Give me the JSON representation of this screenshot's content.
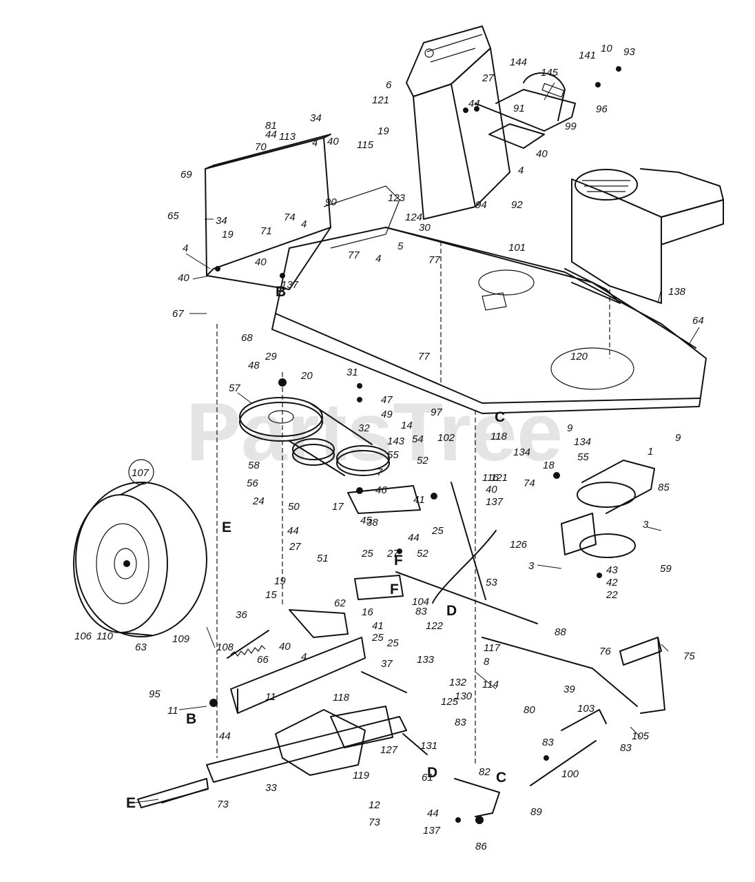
{
  "watermark": "PartsTree",
  "ref_letters": [
    "B",
    "C",
    "D",
    "E",
    "F"
  ],
  "callouts": {
    "c107": "107",
    "c1": "1",
    "c3a": "3",
    "c3b": "3",
    "c4a": "4",
    "c4b": "4",
    "c4c": "4",
    "c4d": "4",
    "c4e": "4",
    "c4f": "4",
    "c5": "5",
    "c6": "6",
    "c7": "7",
    "c8": "8",
    "c9a": "9",
    "c9b": "9",
    "c10": "10",
    "c11a": "11",
    "c11b": "11",
    "c12": "12",
    "c14": "14",
    "c15": "15",
    "c16": "16",
    "c17": "17",
    "c18": "18",
    "c19a": "19",
    "c19b": "19",
    "c19c": "19",
    "c20": "20",
    "c22": "22",
    "c24": "24",
    "c25a": "25",
    "c25b": "25",
    "c25c": "25",
    "c25d": "25",
    "c27a": "27",
    "c27b": "27",
    "c27c": "27",
    "c29": "29",
    "c30": "30",
    "c31": "31",
    "c32": "32",
    "c33": "33",
    "c34a": "34",
    "c34b": "34",
    "c36": "36",
    "c37": "37",
    "c38": "38",
    "c39": "39",
    "c40a": "40",
    "c40b": "40",
    "c40c": "40",
    "c40d": "40",
    "c40e": "40",
    "c40f": "40",
    "c41a": "41",
    "c41b": "41",
    "c42": "42",
    "c43": "43",
    "c44a": "44",
    "c44b": "44",
    "c44c": "44",
    "c44d": "44",
    "c44e": "44",
    "c44f": "44",
    "c45": "45",
    "c46": "46",
    "c47": "47",
    "c48": "48",
    "c49": "49",
    "c50": "50",
    "c51": "51",
    "c52a": "52",
    "c52b": "52",
    "c53": "53",
    "c54": "54",
    "c55a": "55",
    "c55b": "55",
    "c56": "56",
    "c57": "57",
    "c58": "58",
    "c59": "59",
    "c61": "61",
    "c62": "62",
    "c63": "63",
    "c64": "64",
    "c65": "65",
    "c66": "66",
    "c67": "67",
    "c68": "68",
    "c69": "69",
    "c70": "70",
    "c71": "71",
    "c73a": "73",
    "c73b": "73",
    "c74a": "74",
    "c74b": "74",
    "c75": "75",
    "c76": "76",
    "c77a": "77",
    "c77b": "77",
    "c77c": "77",
    "c80": "80",
    "c81": "81",
    "c82": "82",
    "c83a": "83",
    "c83b": "83",
    "c83c": "83",
    "c83d": "83",
    "c85": "85",
    "c86": "86",
    "c88": "88",
    "c89": "89",
    "c90": "90",
    "c91": "91",
    "c92": "92",
    "c93": "93",
    "c94": "94",
    "c95": "95",
    "c96": "96",
    "c97": "97",
    "c99": "99",
    "c100": "100",
    "c101": "101",
    "c102": "102",
    "c103": "103",
    "c104": "104",
    "c105": "105",
    "c106": "106",
    "c108": "108",
    "c109": "109",
    "c110": "110",
    "c113": "113",
    "c114": "114",
    "c115": "115",
    "c116": "116",
    "c117": "117",
    "c118a": "118",
    "c118b": "118",
    "c119": "119",
    "c120": "120",
    "c121a": "121",
    "c121b": "121",
    "c122": "122",
    "c123": "123",
    "c124": "124",
    "c125": "125",
    "c126": "126",
    "c127": "127",
    "c130": "130",
    "c131": "131",
    "c132": "132",
    "c133": "133",
    "c134a": "134",
    "c134b": "134",
    "c137a": "137",
    "c137b": "137",
    "c137c": "137",
    "c138": "138",
    "c141": "141",
    "c143": "143",
    "c144": "144",
    "c145": "145"
  }
}
